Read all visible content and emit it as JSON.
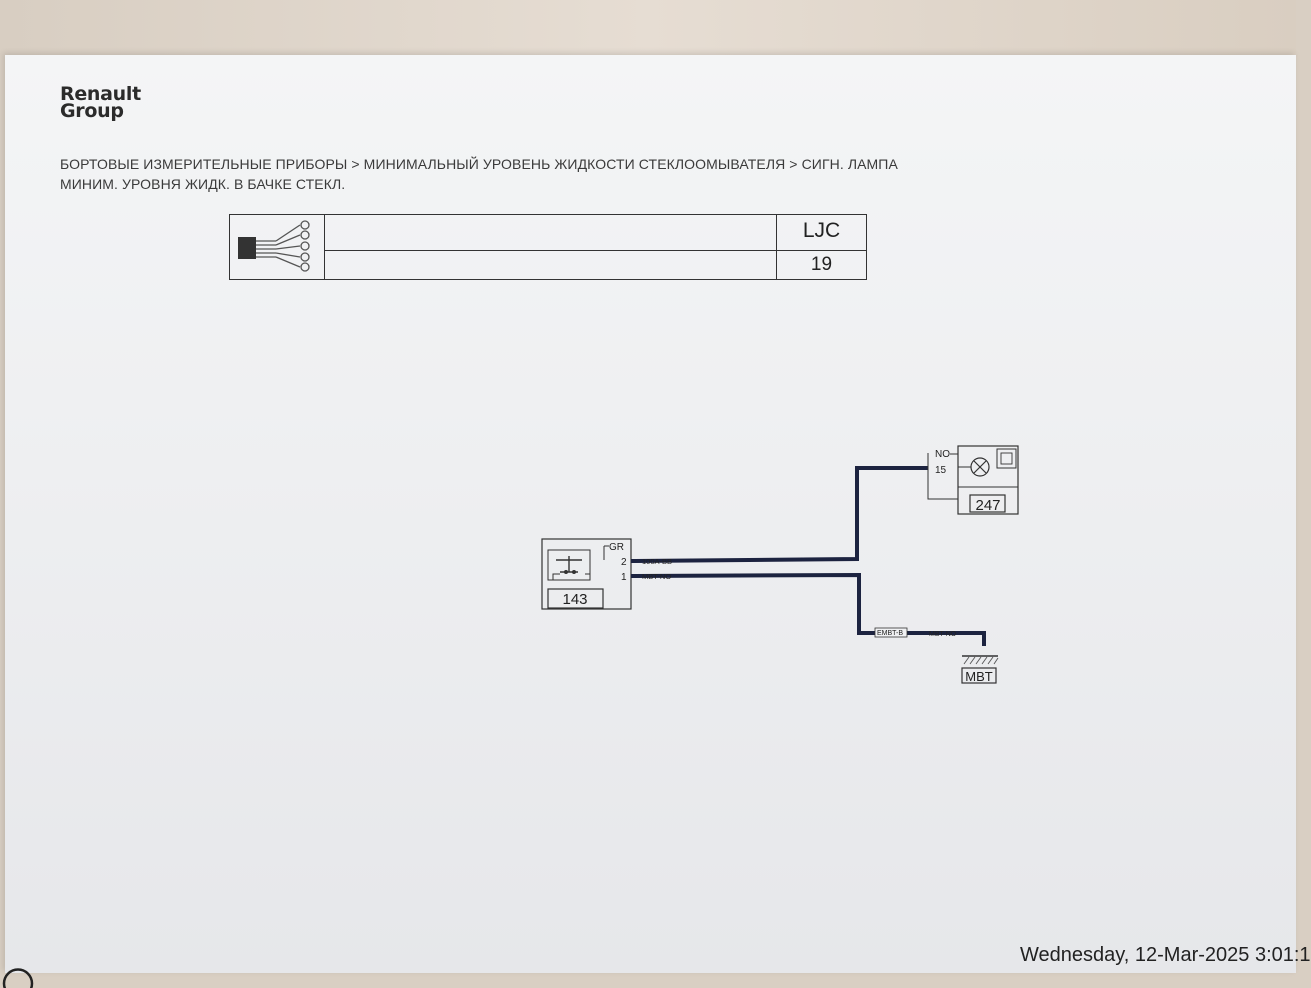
{
  "logo": {
    "line1": "Renault",
    "line2": "Group"
  },
  "breadcrumb": {
    "line1": "БОРТОВЫЕ ИЗМЕРИТЕЛЬНЫЕ ПРИБОРЫ > МИНИМАЛЬНЫЙ УРОВЕНЬ ЖИДКОСТИ СТЕКЛООМЫВАТЕЛЯ > СИГН. ЛАМПА",
    "line2": "МИНИМ. УРОВНЯ ЖИДК. В БАЧКЕ СТЕКЛ."
  },
  "header_table": {
    "code": "LJC",
    "number": "19"
  },
  "diagram": {
    "switch_component": {
      "number": "143",
      "connector": "GR",
      "pin_top": "2",
      "pin_bottom": "1"
    },
    "lamp_component": {
      "number": "247",
      "connector": "NO",
      "pin": "15"
    },
    "wires": {
      "upper": "100A-BB",
      "lower": "MBT-NO",
      "ground_splice": "EMBT-B",
      "ground_wire": "MBT-NO"
    },
    "ground": {
      "label": "MBT"
    }
  },
  "timestamp": "Wednesday, 12-Mar-2025 3:01:1",
  "colors": {
    "wire": "#1c2340",
    "line": "#333333",
    "paper": "#f2f3f5"
  }
}
